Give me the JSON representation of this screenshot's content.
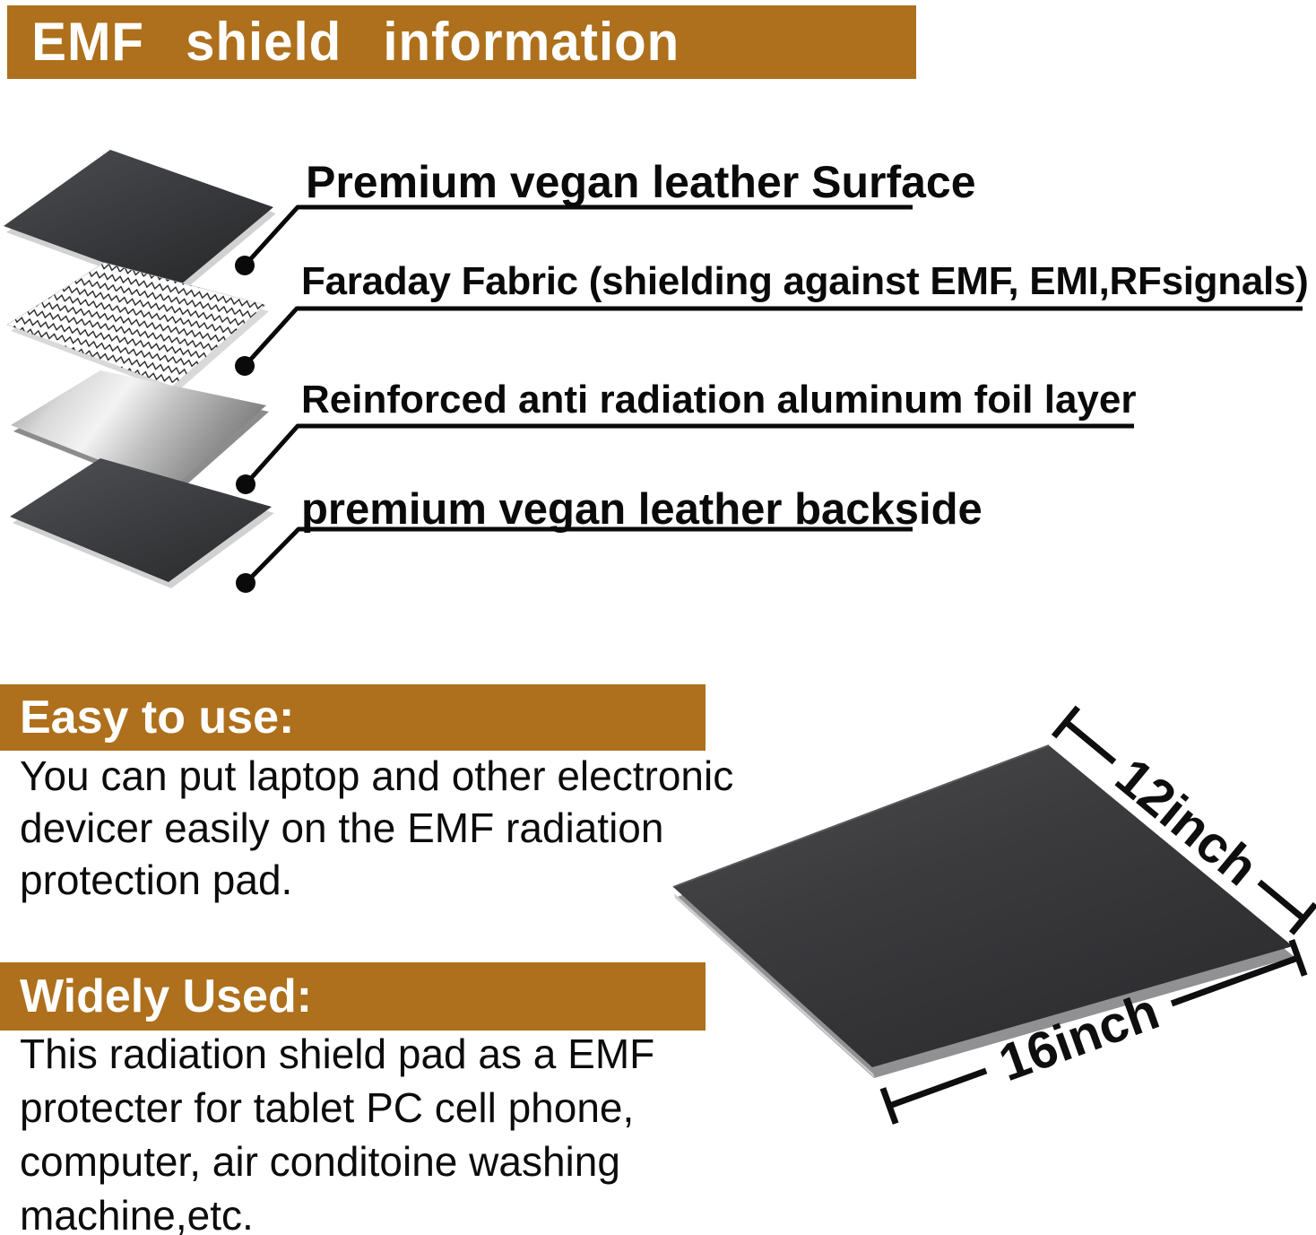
{
  "header": {
    "title": "EMF shield information"
  },
  "diagram": {
    "labels": [
      "Premium vegan leather Surface",
      "Faraday Fabric (shielding against EMF, EMI,RFsignals)",
      "Reinforced anti radiation aluminum foil layer",
      "premium vegan leather backside"
    ],
    "layer_names": [
      "vegan-leather-surface-layer",
      "faraday-fabric-layer",
      "aluminum-foil-layer",
      "vegan-leather-backside-layer"
    ]
  },
  "sections": [
    {
      "heading": "Easy to use:",
      "lines": [
        "You can put laptop and other electronic",
        "devicer easily on the EMF radiation",
        "protection pad."
      ]
    },
    {
      "heading": "Widely Used:",
      "lines": [
        "This radiation shield pad as a EMF",
        "protecter for tablet PC cell phone,",
        "computer, air conditoine washing",
        "machine,etc."
      ]
    }
  ],
  "product": {
    "depth_label": "12inch",
    "width_label": "16inch"
  },
  "colors": {
    "banner": "#AE701C",
    "text": "#0d0d0d",
    "pad_dark": "#3a3a3d"
  }
}
